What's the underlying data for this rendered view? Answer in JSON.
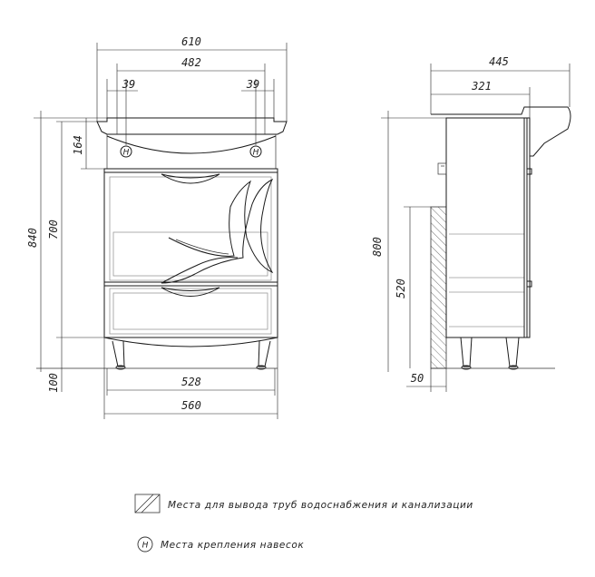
{
  "front_view": {
    "dimensions": {
      "overall_width": "610",
      "inner_width": "482",
      "left_offset": "39",
      "right_offset": "39",
      "top_height": "164",
      "total_height": "840",
      "body_height": "700",
      "leg_height": "100",
      "body_width": "528",
      "base_width": "560"
    },
    "mount_marker": "H"
  },
  "side_view": {
    "dimensions": {
      "overall_depth": "445",
      "inner_depth": "321",
      "total_height": "800",
      "pipe_height": "520",
      "pipe_depth": "50"
    }
  },
  "legend": {
    "items": [
      {
        "symbol": "hatch-icon",
        "label": "Места для вывода труб водоснабжения и канализации"
      },
      {
        "symbol": "H",
        "label": "Места крепления навесок"
      }
    ]
  }
}
